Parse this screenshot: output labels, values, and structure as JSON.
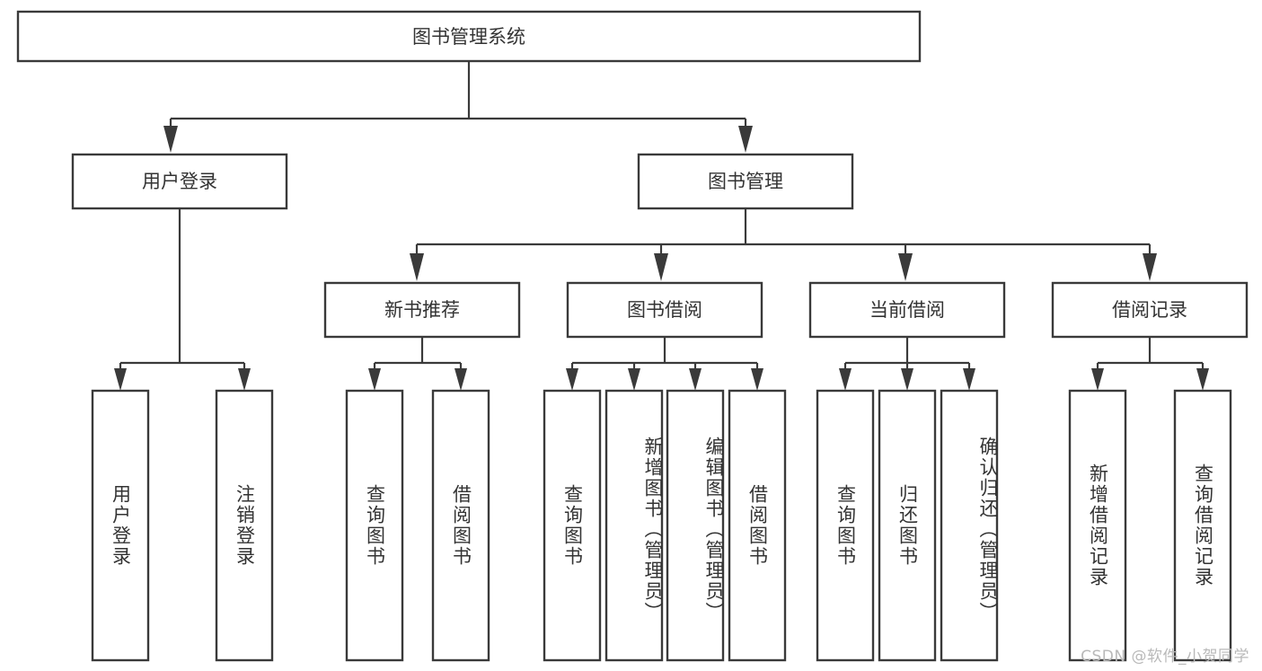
{
  "diagram": {
    "title": "图书管理系统",
    "type": "tree-hierarchy",
    "watermark": "CSDN @软件_小贺同学",
    "root": {
      "id": "root",
      "label": "图书管理系统"
    },
    "level2": [
      {
        "id": "user-login",
        "label": "用户登录"
      },
      {
        "id": "book-manage",
        "label": "图书管理"
      }
    ],
    "level3": [
      {
        "id": "new-book-recommend",
        "label": "新书推荐",
        "parent": "book-manage"
      },
      {
        "id": "book-borrow",
        "label": "图书借阅",
        "parent": "book-manage"
      },
      {
        "id": "current-borrow",
        "label": "当前借阅",
        "parent": "book-manage"
      },
      {
        "id": "borrow-record",
        "label": "借阅记录",
        "parent": "book-manage"
      }
    ],
    "leaves": [
      {
        "id": "leaf-user-login",
        "label": "用户登录",
        "parent": "user-login"
      },
      {
        "id": "leaf-user-logout",
        "label": "注销登录",
        "parent": "user-login"
      },
      {
        "id": "leaf-query-book-1",
        "label": "查询图书",
        "parent": "new-book-recommend"
      },
      {
        "id": "leaf-borrow-book-1",
        "label": "借阅图书",
        "parent": "new-book-recommend"
      },
      {
        "id": "leaf-query-book-2",
        "label": "查询图书",
        "parent": "book-borrow"
      },
      {
        "id": "leaf-add-book",
        "label": "新增图书（管理员）",
        "parent": "book-borrow"
      },
      {
        "id": "leaf-edit-book",
        "label": "编辑图书（管理员）",
        "parent": "book-borrow"
      },
      {
        "id": "leaf-borrow-book-2",
        "label": "借阅图书",
        "parent": "book-borrow"
      },
      {
        "id": "leaf-query-book-3",
        "label": "查询图书",
        "parent": "current-borrow"
      },
      {
        "id": "leaf-return-book",
        "label": "归还图书",
        "parent": "current-borrow"
      },
      {
        "id": "leaf-confirm-return",
        "label": "确认归还（管理员）",
        "parent": "current-borrow"
      },
      {
        "id": "leaf-add-record",
        "label": "新增借阅记录",
        "parent": "borrow-record"
      },
      {
        "id": "leaf-query-record",
        "label": "查询借阅记录",
        "parent": "borrow-record"
      }
    ],
    "colors": {
      "box_stroke": "#3a3a3a",
      "box_fill": "#ffffff",
      "text": "#333333",
      "connector": "#3a3a3a",
      "watermark": "#b9b9b9",
      "background": "#ffffff"
    }
  }
}
